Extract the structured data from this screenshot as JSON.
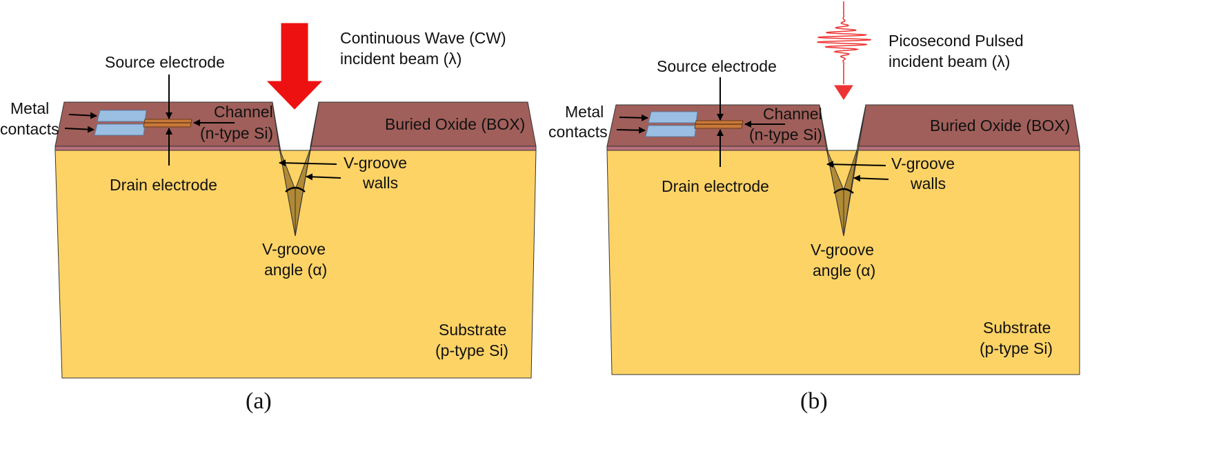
{
  "panels": [
    {
      "caption": "(a)",
      "beam_type": "cw",
      "beam_label": [
        "Continuous Wave (CW)",
        "incident beam (λ)"
      ],
      "source_label": "Source electrode",
      "drain_label": "Drain electrode",
      "metal_label": [
        "Metal",
        "contacts"
      ],
      "channel_label": [
        "Channel",
        "(n-type Si)"
      ],
      "box_label": "Buried Oxide (BOX)",
      "walls_label": [
        "V-groove",
        "walls"
      ],
      "angle_label": [
        "V-groove",
        "angle (α)"
      ],
      "substrate_label": [
        "Substrate",
        "(p-type Si)"
      ]
    },
    {
      "caption": "(b)",
      "beam_type": "pulsed",
      "beam_label": [
        "Picosecond Pulsed",
        "incident beam (λ)"
      ],
      "source_label": "Source electrode",
      "drain_label": "Drain electrode",
      "metal_label": [
        "Metal",
        "contacts"
      ],
      "channel_label": [
        "Channel",
        "(n-type Si)"
      ],
      "box_label": "Buried Oxide (BOX)",
      "walls_label": [
        "V-groove",
        "walls"
      ],
      "angle_label": [
        "V-groove",
        "angle (α)"
      ],
      "substrate_label": [
        "Substrate",
        "(p-type Si)"
      ]
    }
  ],
  "colors": {
    "substrate": "#fdd366",
    "substrate_side": "#f2c24f",
    "box": "#a05f5a",
    "box_edge": "#b8707a",
    "groove_wall": "#c9a348",
    "groove_wall_dark": "#b08a35",
    "contact": "#9bbfe3",
    "contact_edge": "#5a7fa8",
    "channel": "#c8793a",
    "channel_edge": "#6b3a14",
    "cw_arrow": "#ee1111",
    "pulse": "#ee3333",
    "outline": "#333333"
  }
}
